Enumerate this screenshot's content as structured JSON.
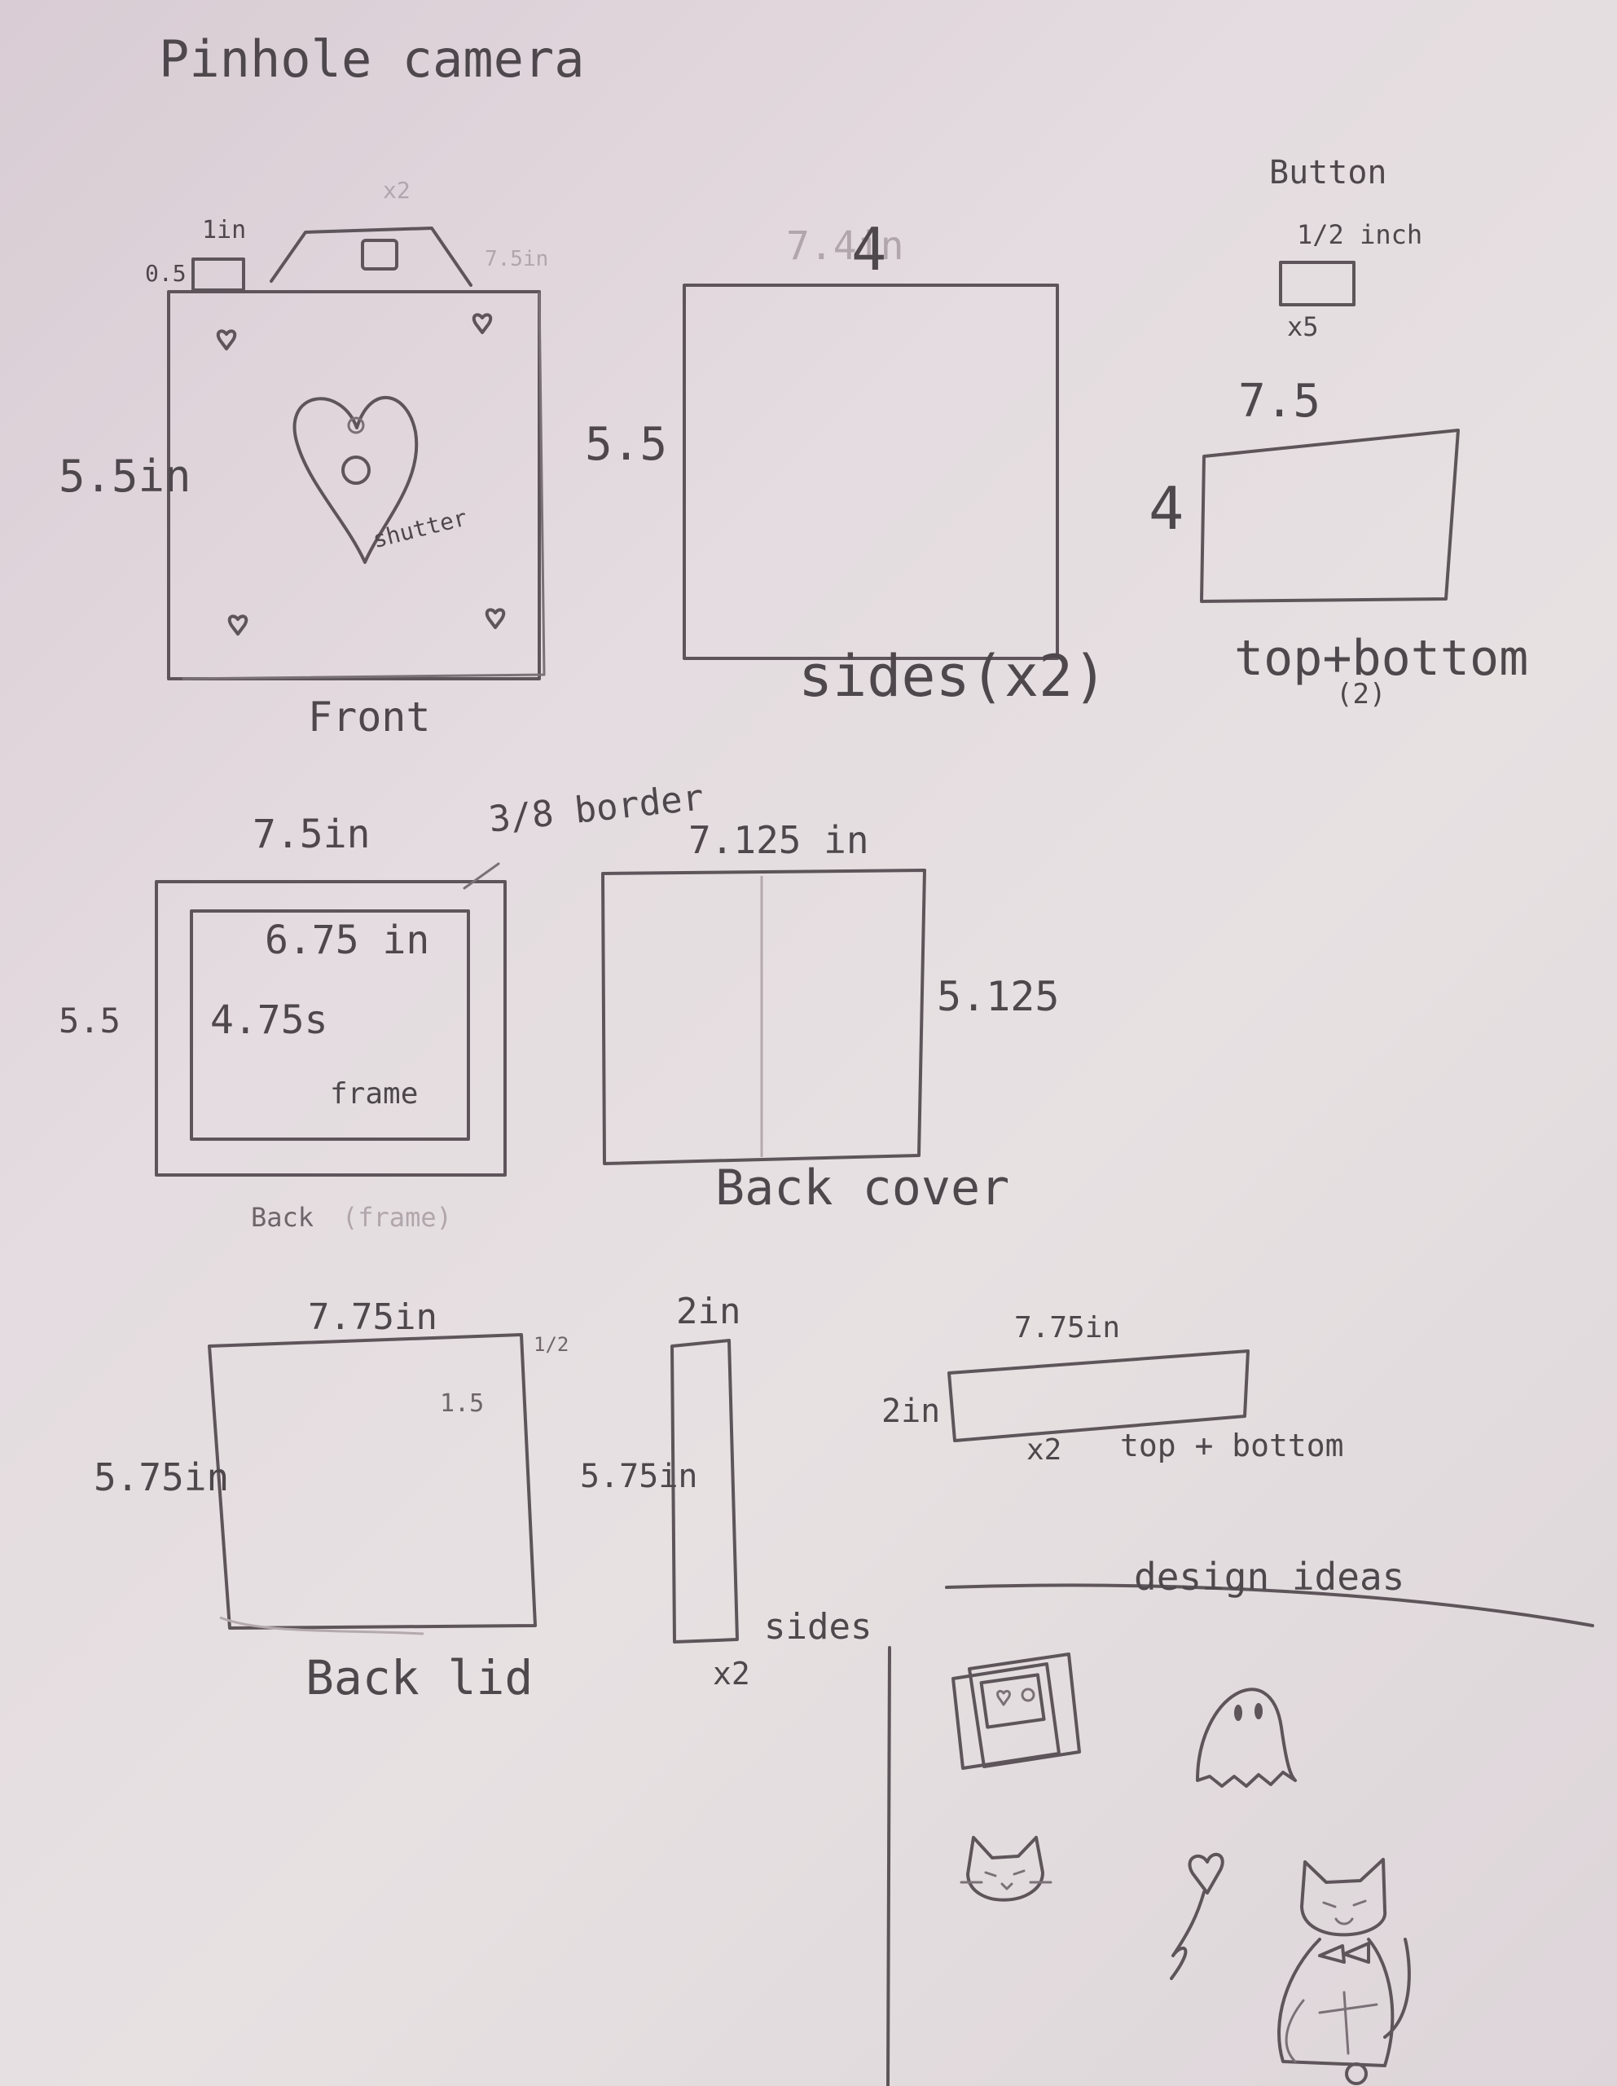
{
  "title": "Pinhole camera",
  "front": {
    "label": "Front",
    "height": "5.5in",
    "x2": "x2",
    "tab_w": "1in",
    "tab_h": "0.5",
    "shutter": "shutter",
    "faint_note": "7.5in"
  },
  "sides": {
    "label": "sides(x2)",
    "width": "4",
    "width_faint": "7.4in",
    "height": "5.5"
  },
  "button": {
    "label": "Button",
    "size": "1/2 inch",
    "count": "x5"
  },
  "top_bottom": {
    "label": "top+bottom",
    "count": "(2)",
    "width": "7.5",
    "height": "4"
  },
  "back_frame": {
    "outer_w": "7.5in",
    "border": "3/8 border",
    "inner_w": "6.75 in",
    "outer_h": "5.5",
    "inner_h": "4.75s",
    "frame": "frame",
    "label": "Back",
    "label_faint": "(frame)"
  },
  "back_cover": {
    "width": "7.125 in",
    "height": "5.125",
    "label": "Back cover"
  },
  "back_lid": {
    "width": "7.75in",
    "height": "5.75in",
    "half": "1/2",
    "inset": "1.5",
    "label": "Back lid"
  },
  "lid_sides": {
    "width": "2in",
    "height": "5.75in",
    "label": "sides",
    "count": "x2"
  },
  "lid_top_bottom": {
    "width": "7.75in",
    "height": "2in",
    "label": "top + bottom",
    "count": "x2"
  },
  "design_ideas": {
    "label": "design ideas",
    "icons": [
      "polaroid-photos-icon",
      "ghost-icon",
      "cat-face-icon",
      "heart-balloon-icon",
      "cat-with-bowtie-icon"
    ]
  }
}
